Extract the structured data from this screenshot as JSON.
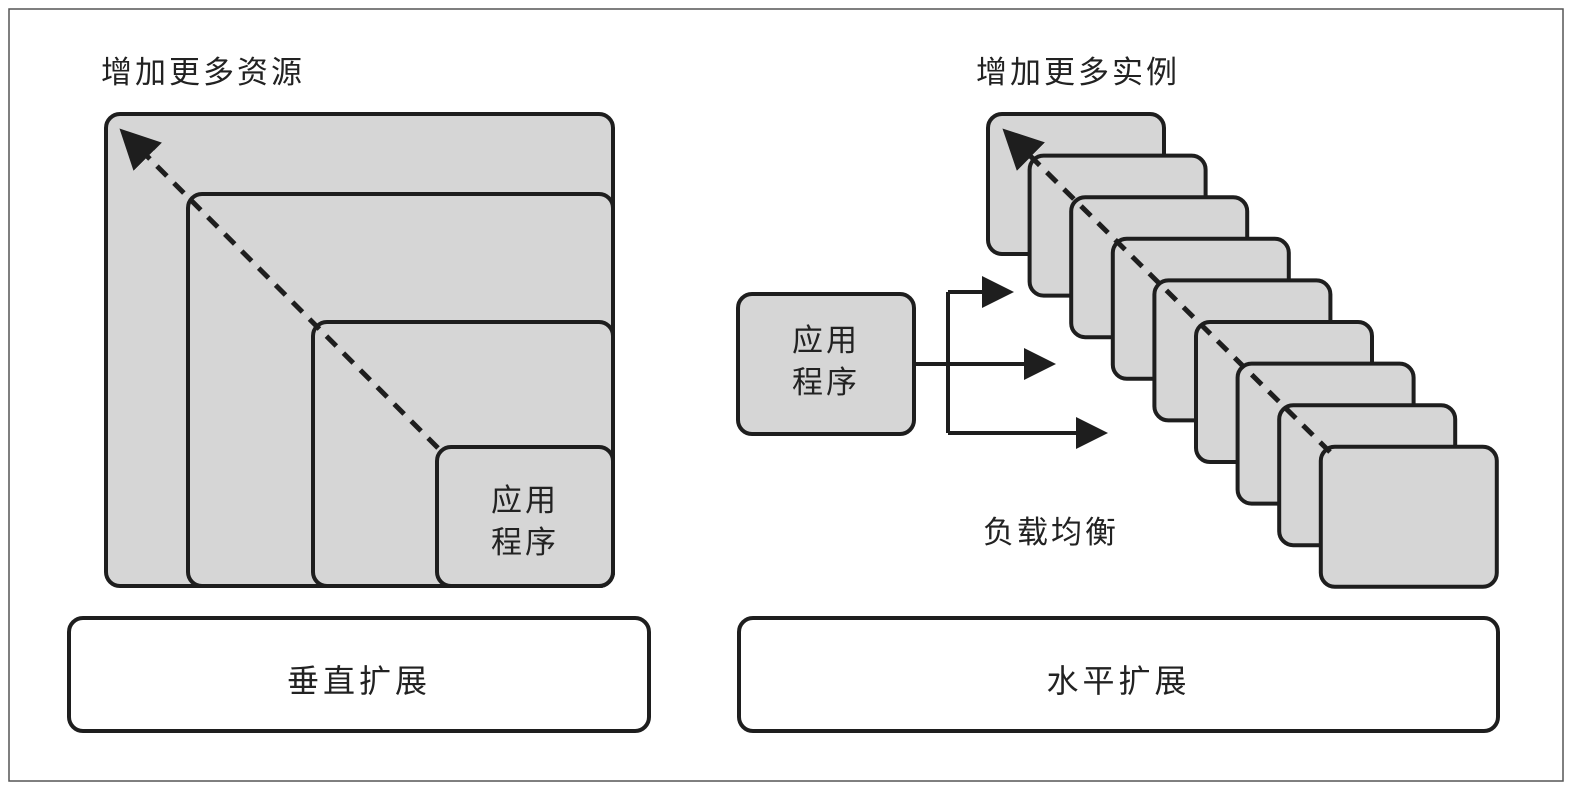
{
  "vertical": {
    "title": "增加更多资源",
    "app_label_line1": "应用",
    "app_label_line2": "程序",
    "caption": "垂直扩展"
  },
  "horizontal": {
    "title": "增加更多实例",
    "app_label_line1": "应用",
    "app_label_line2": "程序",
    "load_balance_label": "负载均衡",
    "caption": "水平扩展",
    "instance_count": 9,
    "routed_arrows": 3
  },
  "colors": {
    "box_fill": "#d6d6d6",
    "stroke": "#1e1e1e",
    "frame": "#555555",
    "caption_fill": "#ffffff"
  }
}
